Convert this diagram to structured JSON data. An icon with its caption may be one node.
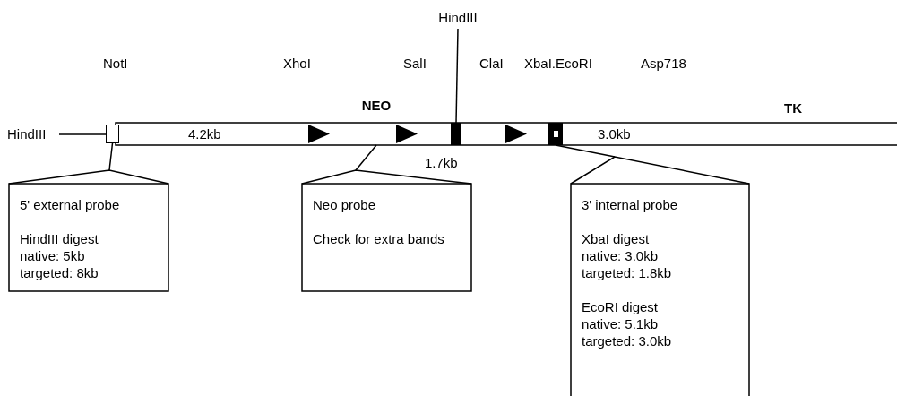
{
  "diagram": {
    "nodes": [
      {
        "text": [
          "HindIII"
        ]
      },
      {
        "text": [],
        "shape": "box"
      },
      {
        "text": [
          "NEO"
        ]
      },
      {
        "text": [],
        "shape": "bar"
      },
      {
        "text": [],
        "shape": "box"
      },
      {
        "text": [
          "5' external probe",
          "HindIII digest",
          "native: 5kb",
          "targeted: 8kb"
        ]
      },
      {
        "text": [
          "Neo probe",
          "Check for extra bands"
        ]
      },
      {
        "text": [
          "3' internal probe",
          "XbaI digest",
          "native: 3.0kb",
          "targeted: 1.8kb",
          "EcoRI digest",
          "native: 5.1kb",
          "targeted: 3.0kb"
        ]
      }
    ],
    "edges": [
      {
        "from": 0,
        "to": 3,
        "arrow": "none"
      },
      {
        "from": 5,
        "to": 1,
        "arrow": "none"
      },
      {
        "from": 6,
        "to": 2,
        "arrow": "none"
      },
      {
        "from": 7,
        "to": 4,
        "arrow": "none"
      }
    ],
    "labels": [
      "NotI",
      "XhoI",
      "SalI",
      "ClaI",
      "XbaI.EcoRI",
      "Asp718",
      "TK",
      "HindIII",
      "4.2kb",
      "3.0kb",
      "1.7kb"
    ]
  }
}
